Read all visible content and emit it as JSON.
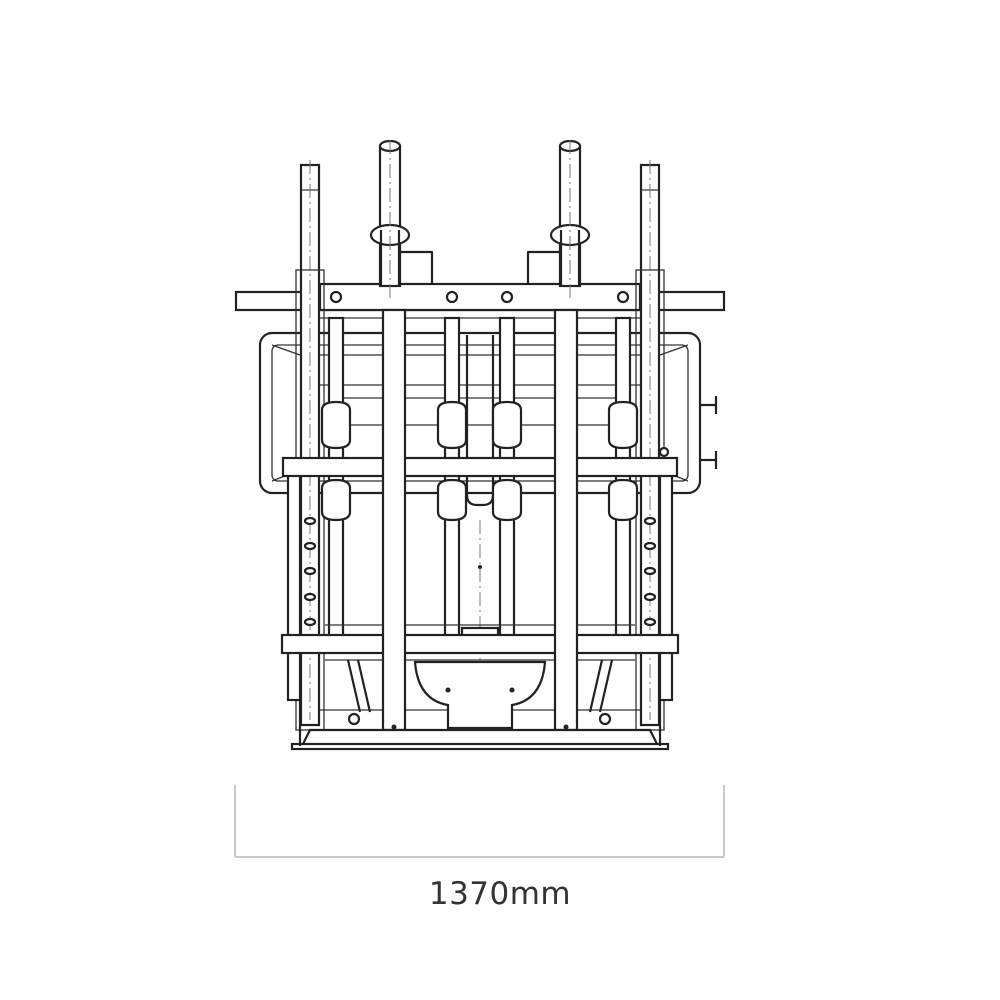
{
  "drawing": {
    "view": "front elevation",
    "subject": "multi-station strength training machine frame",
    "components": {
      "outer_uprights": 2,
      "weight_horns": 2,
      "inner_guide_rods": 4,
      "linear_bearings": 8,
      "main_columns": 2,
      "crossbars": 3,
      "side_pegs": 2
    },
    "colors": {
      "line": "#222222",
      "dimension_line": "#c8c8c8",
      "label": "#333333",
      "background": "#ffffff"
    }
  },
  "dimension": {
    "label": "1370mm",
    "value": 1370,
    "unit": "mm",
    "orientation": "horizontal"
  }
}
